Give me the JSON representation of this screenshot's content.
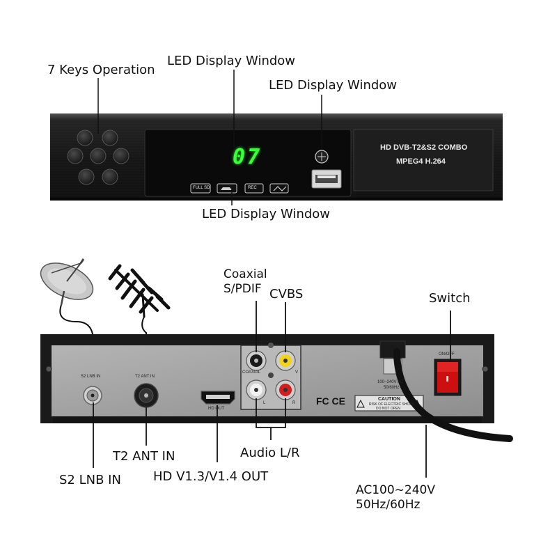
{
  "callouts": {
    "keys": "7 Keys Operation",
    "led_top": "LED Display Window",
    "led_right": "LED Display Window",
    "led_bottom": "LED Display Window",
    "coaxial_line1": "Coaxial",
    "coaxial_line2": "S/PDIF",
    "cvbs": "CVBS",
    "switch": "Switch",
    "t2_ant_in": "T2 ANT IN",
    "s2_lnb_in": "S2 LNB IN",
    "hd_out": "HD V1.3/V1.4 OUT",
    "audio_lr": "Audio L/R",
    "ac_line1": "AC100~240V",
    "ac_line2": "50Hz/60Hz"
  },
  "front_panel": {
    "led_readout": "07",
    "brand_line1": "HD DVB-T2&S2 COMBO",
    "brand_line2": "MPEG4 H.264",
    "badges": [
      "FULL SD",
      "",
      "REC",
      ""
    ]
  },
  "rear_panel": {
    "s2_port": "S2 LNB IN",
    "t2_port": "T2 ANT IN",
    "hdmi_port": "HD OUT",
    "coaxial_port": "COAXIAL",
    "v_port": "V",
    "l_port": "L",
    "r_port": "R",
    "power_rating_1": "100~240V AC",
    "power_rating_2": "50/60Hz",
    "switch_label": "ON/OFF",
    "certs": "FC CE",
    "caution_title": "CAUTION",
    "caution_1": "RISK OF ELECTRIC SHOCK",
    "caution_2": "DO NOT OPEN"
  },
  "colors": {
    "chassis": "#1c1c1c",
    "rear_plate": "#a3a3a3",
    "led": "#3cff3c",
    "rca_yellow": "#f2d21c",
    "rca_red": "#d21e1e",
    "switch_red": "#cc1010"
  }
}
